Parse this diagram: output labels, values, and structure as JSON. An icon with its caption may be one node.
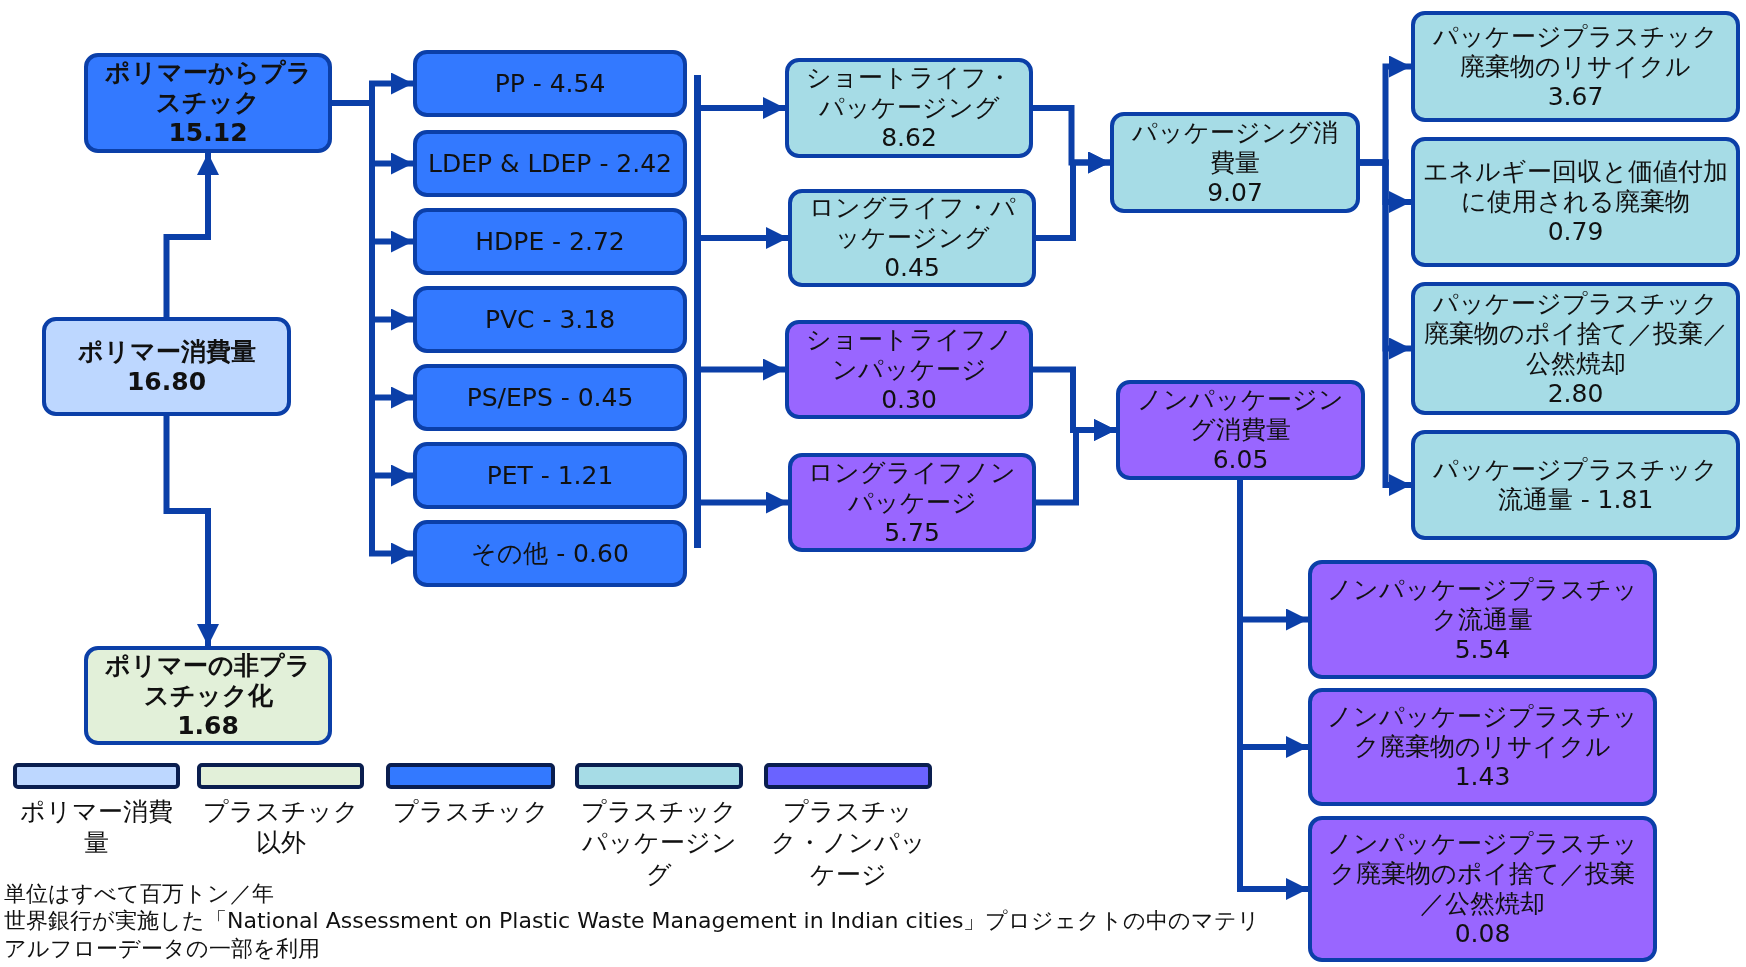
{
  "diagram": {
    "nodes": [
      {
        "text": [
          "ポリマーからプラスチック",
          "15.12"
        ]
      },
      {
        "text": [
          "ポリマー消費量",
          "16.80"
        ]
      },
      {
        "text": [
          "ポリマーの非プラスチック化",
          "1.68"
        ]
      },
      {
        "text": [
          "PP - 4.54"
        ]
      },
      {
        "text": [
          "LDEP & LDEP - 2.42"
        ]
      },
      {
        "text": [
          "HDPE - 2.72"
        ]
      },
      {
        "text": [
          "PVC - 3.18"
        ]
      },
      {
        "text": [
          "PS/EPS - 0.45"
        ]
      },
      {
        "text": [
          "PET - 1.21"
        ]
      },
      {
        "text": [
          "その他 - 0.60"
        ]
      },
      {
        "text": [
          "ショートライフ・パッケージング 8.62"
        ]
      },
      {
        "text": [
          "ロングライフ・パッケージング",
          "0.45"
        ]
      },
      {
        "text": [
          "ショートライフノンパッケージ",
          "0.30"
        ]
      },
      {
        "text": [
          "ロングライフノンパッケージ",
          "5.75"
        ]
      },
      {
        "text": [
          "パッケージング消費量",
          "9.07"
        ]
      },
      {
        "text": [
          "ノンパッケージング消費量",
          "6.05"
        ]
      },
      {
        "text": [
          "パッケージプラスチック廃棄物のリサイクル",
          "3.67"
        ]
      },
      {
        "text": [
          "エネルギー回収と価値付加に使用される廃棄物　0.79"
        ]
      },
      {
        "text": [
          "パッケージプラスチック廃棄物のポイ捨て／投棄／公然焼却",
          "2.80"
        ]
      },
      {
        "text": [
          "パッケージプラスチック流通量 - 1.81"
        ]
      },
      {
        "text": [
          "ノンパッケージプラスチック流通量",
          "5.54"
        ]
      },
      {
        "text": [
          "ノンパッケージプラスチック廃棄物のリサイクル　1.43"
        ]
      },
      {
        "text": [
          "ノンパッケージプラスチック廃棄物のポイ捨て／投棄／公然焼却",
          "0.08"
        ]
      },
      {
        "text": [],
        "shape": "bar"
      }
    ],
    "edges": [
      {
        "from": 1,
        "to": 0,
        "arrow": "to"
      },
      {
        "from": 1,
        "to": 2,
        "arrow": "to"
      },
      {
        "from": 0,
        "to": 3,
        "arrow": "to"
      },
      {
        "from": 0,
        "to": 4,
        "arrow": "to"
      },
      {
        "from": 0,
        "to": 5,
        "arrow": "to"
      },
      {
        "from": 0,
        "to": 6,
        "arrow": "to"
      },
      {
        "from": 0,
        "to": 7,
        "arrow": "to"
      },
      {
        "from": 0,
        "to": 8,
        "arrow": "to"
      },
      {
        "from": 0,
        "to": 9,
        "arrow": "to"
      },
      {
        "from": 23,
        "to": 10,
        "arrow": "to"
      },
      {
        "from": 23,
        "to": 11,
        "arrow": "to"
      },
      {
        "from": 23,
        "to": 12,
        "arrow": "to"
      },
      {
        "from": 23,
        "to": 13,
        "arrow": "to"
      },
      {
        "from": 10,
        "to": 14,
        "arrow": "to"
      },
      {
        "from": 11,
        "to": 14,
        "arrow": "to"
      },
      {
        "from": 12,
        "to": 15,
        "arrow": "to"
      },
      {
        "from": 13,
        "to": 15,
        "arrow": "to"
      },
      {
        "from": 14,
        "to": 16,
        "arrow": "to"
      },
      {
        "from": 14,
        "to": 17,
        "arrow": "to"
      },
      {
        "from": 14,
        "to": 18,
        "arrow": "to"
      },
      {
        "from": 14,
        "to": 19,
        "arrow": "to"
      },
      {
        "from": 15,
        "to": 20,
        "arrow": "to"
      },
      {
        "from": 15,
        "to": 21,
        "arrow": "to"
      },
      {
        "from": 15,
        "to": 22,
        "arrow": "to"
      }
    ],
    "labels": [
      "単位はすべて百万トン／年",
      "世界銀行が実施した「National Assessment on Plastic Waste Management in Indian cities」プロジェクトの中のマテリアルフローデータの一部を利用"
    ],
    "legend": [
      {
        "text": "ポリマー消費量",
        "color": "#bdd7ff"
      },
      {
        "text": "プラスチック以外",
        "color": "#e2f0d9"
      },
      {
        "text": "プラスチック",
        "color": "#3379ff"
      },
      {
        "text": "プラスチックパッケージング",
        "color": "#a6dce6"
      },
      {
        "text": "プラスチック・ノンパッケージ",
        "color": "#6a63ff"
      }
    ]
  }
}
